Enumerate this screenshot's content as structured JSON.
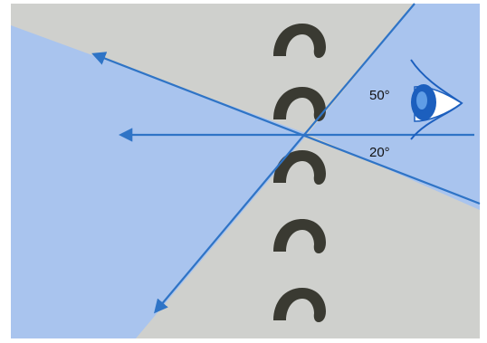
{
  "angles": {
    "upper": "50°",
    "lower": "20°"
  },
  "colors": {
    "background_gray": "#cfd0cd",
    "field_blue": "#a9c4ee",
    "ray_blue": "#2f74c6",
    "hook_dark": "#3a3a32",
    "eye_blue": "#1c5fbe",
    "eye_white": "#ffffff"
  },
  "icons": {
    "eye": "eye-icon",
    "hook": "hook-shape"
  }
}
